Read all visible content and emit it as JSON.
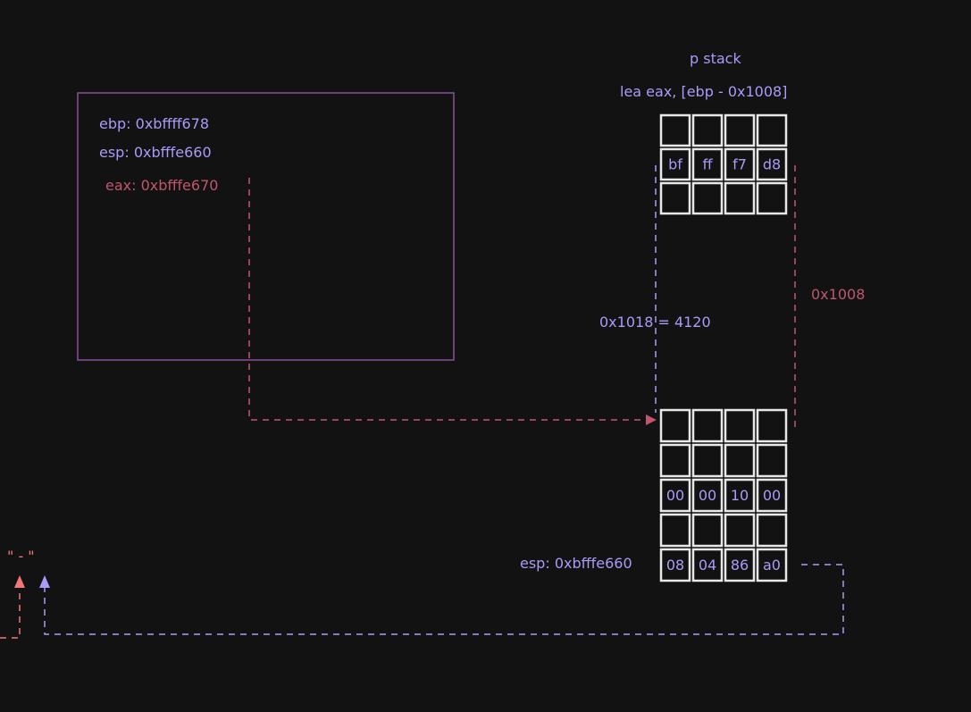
{
  "colors": {
    "background": "#121212",
    "purple": "#a99bf7",
    "red": "#c0566d",
    "salmon": "#f07878",
    "box_border": "#8b4f9a",
    "cell_stroke": "#e8e8e8"
  },
  "stack_title": "p stack",
  "instruction": "lea eax, [ebp - 0x1008]",
  "registers": {
    "ebp": "ebp: 0xbffff678",
    "esp": "esp: 0xbfffe660",
    "eax": "eax: 0xbfffe670"
  },
  "labels": {
    "offset": "0x1008",
    "distance": "0x1018 = 4120",
    "esp_pointer": "esp: 0xbfffe660",
    "corner_mark": "\" - \""
  },
  "top_stack_rows": [
    [
      "",
      "",
      "",
      ""
    ],
    [
      "bf",
      "ff",
      "f7",
      "d8"
    ],
    [
      "",
      "",
      "",
      ""
    ]
  ],
  "bottom_stack_rows": [
    [
      "",
      "",
      "",
      ""
    ],
    [
      "",
      "",
      "",
      ""
    ],
    [
      "00",
      "00",
      "10",
      "00"
    ],
    [
      "",
      "",
      "",
      ""
    ],
    [
      "08",
      "04",
      "86",
      "a0"
    ]
  ]
}
